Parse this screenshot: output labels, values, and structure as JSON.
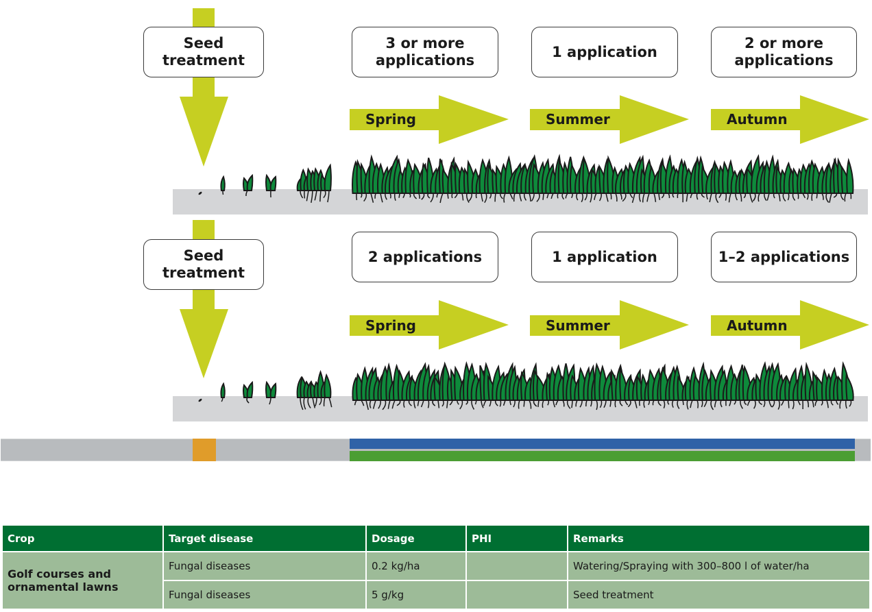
{
  "colors": {
    "arrow": "#c6cf22",
    "soil": "#d4d5d7",
    "grass_fill": "#0e8a3b",
    "grass_outline": "#1a1a1a",
    "timeline_gray": "#b8bbbe",
    "timeline_orange": "#e09c2a",
    "timeline_blue": "#2f62a7",
    "timeline_green": "#4b9e33",
    "table_header": "#006f32",
    "table_cell": "#9dbb98"
  },
  "rows": [
    {
      "seed_label": "Seed treatment",
      "applications": [
        {
          "season": "Spring",
          "count": "3 or more applications"
        },
        {
          "season": "Summer",
          "count": "1 application"
        },
        {
          "season": "Autumn",
          "count": "2 or more applications"
        }
      ]
    },
    {
      "seed_label": "Seed treatment",
      "applications": [
        {
          "season": "Spring",
          "count": "2 applications"
        },
        {
          "season": "Summer",
          "count": "1 application"
        },
        {
          "season": "Autumn",
          "count": "1–2 applications"
        }
      ]
    }
  ],
  "timeline": {
    "segments": [
      "gray",
      "orange-seed-treatment",
      "gray",
      "blue-and-green-season",
      "gray"
    ]
  },
  "table": {
    "headers": [
      "Crop",
      "Target disease",
      "Dosage",
      "PHI",
      "Remarks"
    ],
    "crop": "Golf courses and ornamental lawns",
    "rows": [
      {
        "target": "Fungal diseases",
        "dosage": "0.2 kg/ha",
        "phi": "",
        "remarks": "Watering/Spraying with 300–800 l of water/ha"
      },
      {
        "target": "Fungal diseases",
        "dosage": "5 g/kg",
        "phi": "",
        "remarks": "Seed treatment"
      }
    ]
  }
}
